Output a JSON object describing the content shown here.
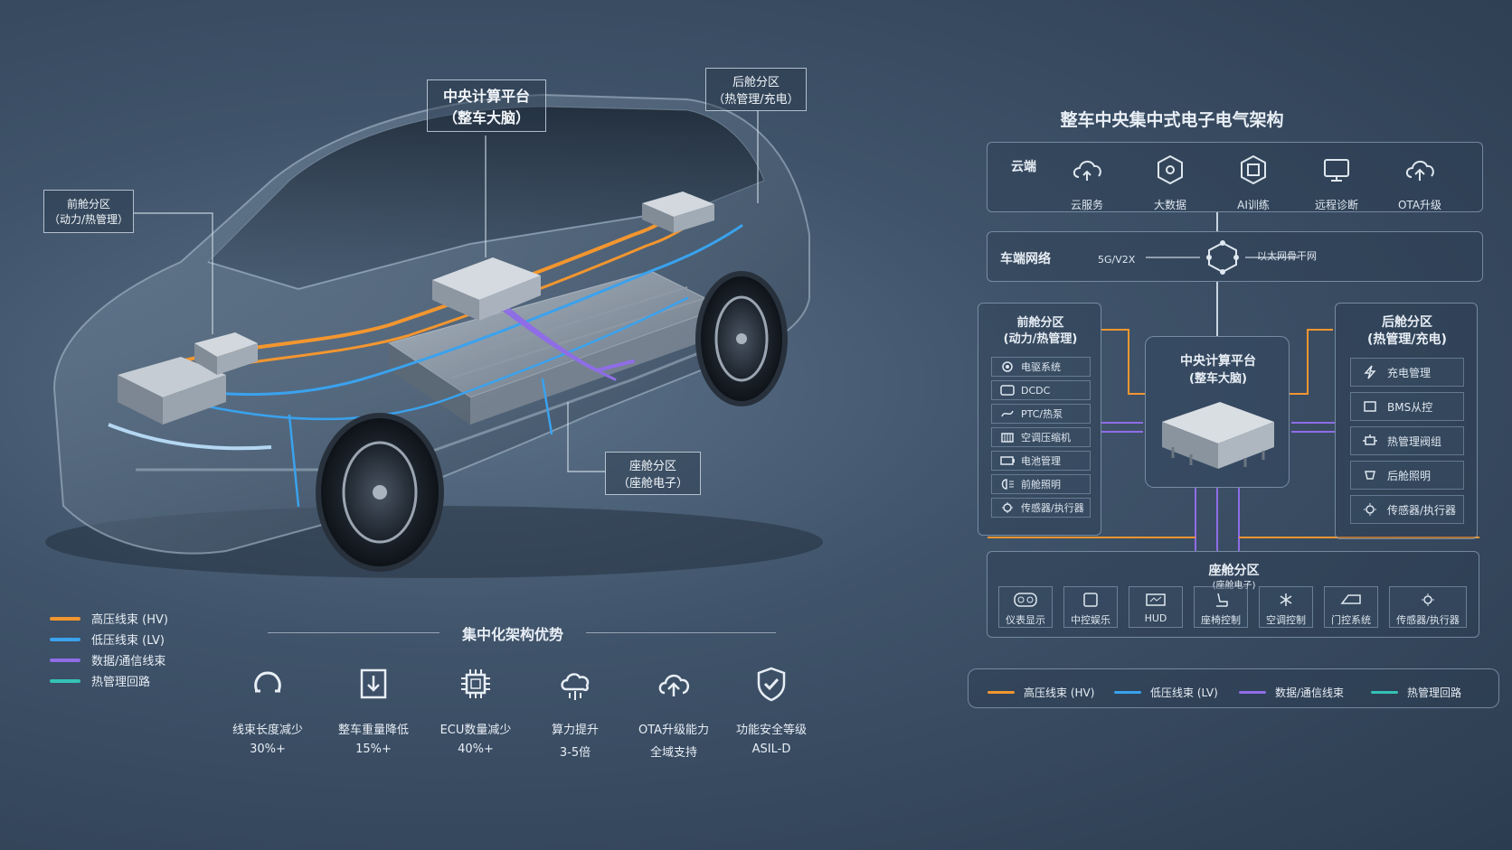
{
  "colors": {
    "hv": "#f3962f",
    "lv": "#3aa2ee",
    "data": "#8f6de6",
    "thermal": "#34c2b5"
  },
  "callouts": {
    "central": {
      "l1": "中央计算平台",
      "l2": "（整车大脑）"
    },
    "rear": {
      "l1": "后舱分区",
      "l2": "（热管理/充电）"
    },
    "front": {
      "l1": "前舱分区",
      "l2": "（动力/热管理）"
    },
    "cabin": {
      "l1": "座舱分区",
      "l2": "（座舱电子）"
    }
  },
  "legend": [
    {
      "label": "高压线束 (HV)",
      "color": "#f3962f"
    },
    {
      "label": "低压线束 (LV)",
      "color": "#3aa2ee"
    },
    {
      "label": "数据/通信线束",
      "color": "#8f6de6"
    },
    {
      "label": "热管理回路",
      "color": "#34c2b5"
    }
  ],
  "advantages": {
    "title": "集中化架构优势",
    "items": [
      {
        "title": "线束长度减少",
        "value": "30%+",
        "icon": "magnet-icon"
      },
      {
        "title": "整车重量降低",
        "value": "15%+",
        "icon": "weight-down-icon"
      },
      {
        "title": "ECU数量减少",
        "value": "40%+",
        "icon": "chip-icon"
      },
      {
        "title": "算力提升",
        "value": "3-5倍",
        "icon": "brain-cloud-icon"
      },
      {
        "title": "OTA升级能力",
        "value": "全域支持",
        "icon": "cloud-upload-icon"
      },
      {
        "title": "功能安全等级",
        "value": "ASIL-D",
        "icon": "shield-check-icon"
      }
    ]
  },
  "diagram": {
    "title": "整车中央集中式电子电气架构",
    "cloud": {
      "label": "云端",
      "items": [
        {
          "label": "云服务",
          "icon": "cloud-icon"
        },
        {
          "label": "大数据",
          "icon": "big-data-icon"
        },
        {
          "label": "AI训练",
          "icon": "ai-chip-icon"
        },
        {
          "label": "远程诊断",
          "icon": "remote-diagnosis-icon"
        },
        {
          "label": "OTA升级",
          "icon": "ota-cloud-icon"
        }
      ]
    },
    "network": {
      "label": "车端网络",
      "left": "5G/V2X",
      "right": "以太网骨干网"
    },
    "front_zone": {
      "title": "前舱分区",
      "subtitle": "(动力/热管理)",
      "items": [
        {
          "label": "电驱系统",
          "icon": "gear-icon"
        },
        {
          "label": "DCDC",
          "icon": "converter-icon"
        },
        {
          "label": "PTC/热泵",
          "icon": "heat-pump-icon"
        },
        {
          "label": "空调压缩机",
          "icon": "compressor-icon"
        },
        {
          "label": "电池管理",
          "icon": "battery-icon"
        },
        {
          "label": "前舱照明",
          "icon": "headlight-icon"
        },
        {
          "label": "传感器/执行器",
          "icon": "sensor-icon"
        }
      ]
    },
    "central": {
      "title": "中央计算平台",
      "subtitle": "(整车大脑)"
    },
    "rear_zone": {
      "title": "后舱分区",
      "subtitle": "(热管理/充电)",
      "items": [
        {
          "label": "充电管理",
          "icon": "lightning-icon"
        },
        {
          "label": "BMS从控",
          "icon": "bms-icon"
        },
        {
          "label": "热管理阀组",
          "icon": "valve-icon"
        },
        {
          "label": "后舱照明",
          "icon": "rear-light-icon"
        },
        {
          "label": "传感器/执行器",
          "icon": "sensor-icon"
        }
      ]
    },
    "cabin_zone": {
      "title": "座舱分区",
      "subtitle": "(座舱电子)",
      "items": [
        {
          "label": "仪表显示",
          "icon": "gauge-icon"
        },
        {
          "label": "中控娱乐",
          "icon": "screen-icon"
        },
        {
          "label": "HUD",
          "icon": "hud-icon"
        },
        {
          "label": "座椅控制",
          "icon": "seat-icon"
        },
        {
          "label": "空调控制",
          "icon": "snowflake-icon"
        },
        {
          "label": "门控系统",
          "icon": "door-icon"
        },
        {
          "label": "传感器/执行器",
          "icon": "sensor-icon"
        }
      ]
    },
    "legend": [
      {
        "label": "高压线束 (HV)",
        "color": "#f3962f"
      },
      {
        "label": "低压线束 (LV)",
        "color": "#3aa2ee"
      },
      {
        "label": "数据/通信线束",
        "color": "#8f6de6"
      },
      {
        "label": "热管理回路",
        "color": "#34c2b5"
      }
    ]
  }
}
